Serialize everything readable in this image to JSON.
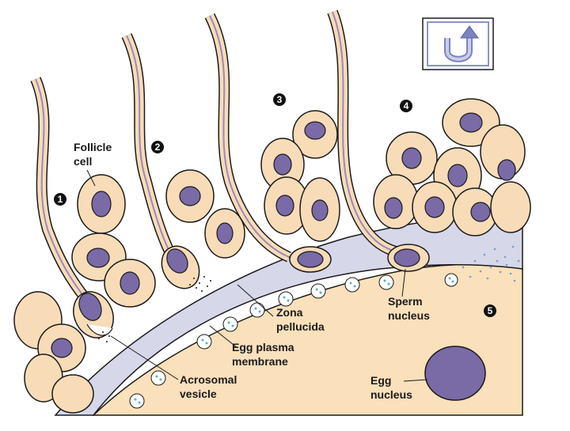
{
  "diagram": {
    "labels": {
      "follicle_cell_1": "Follicle",
      "follicle_cell_2": "cell",
      "zona_1": "Zona",
      "zona_2": "pellucida",
      "egg_membrane_1": "Egg plasma",
      "egg_membrane_2": "membrane",
      "acrosomal_1": "Acrosomal",
      "acrosomal_2": "vesicle",
      "sperm_nucleus_1": "Sperm",
      "sperm_nucleus_2": "nucleus",
      "egg_nucleus_1": "Egg",
      "egg_nucleus_2": "nucleus"
    },
    "steps": [
      "1",
      "2",
      "3",
      "4",
      "5"
    ]
  },
  "nav": {
    "return_button_icon": "u-turn-arrow-icon"
  },
  "colors": {
    "cell": "#f8dcb8",
    "cell_stroke": "#1a1a1a",
    "nucleus": "#7a6aa6",
    "zona": "#d7d7ea",
    "egg": "#fae0bb",
    "granule": "#8ec8dc",
    "button_bg": "#ffffff",
    "button_arrow": "#8a93c8"
  }
}
